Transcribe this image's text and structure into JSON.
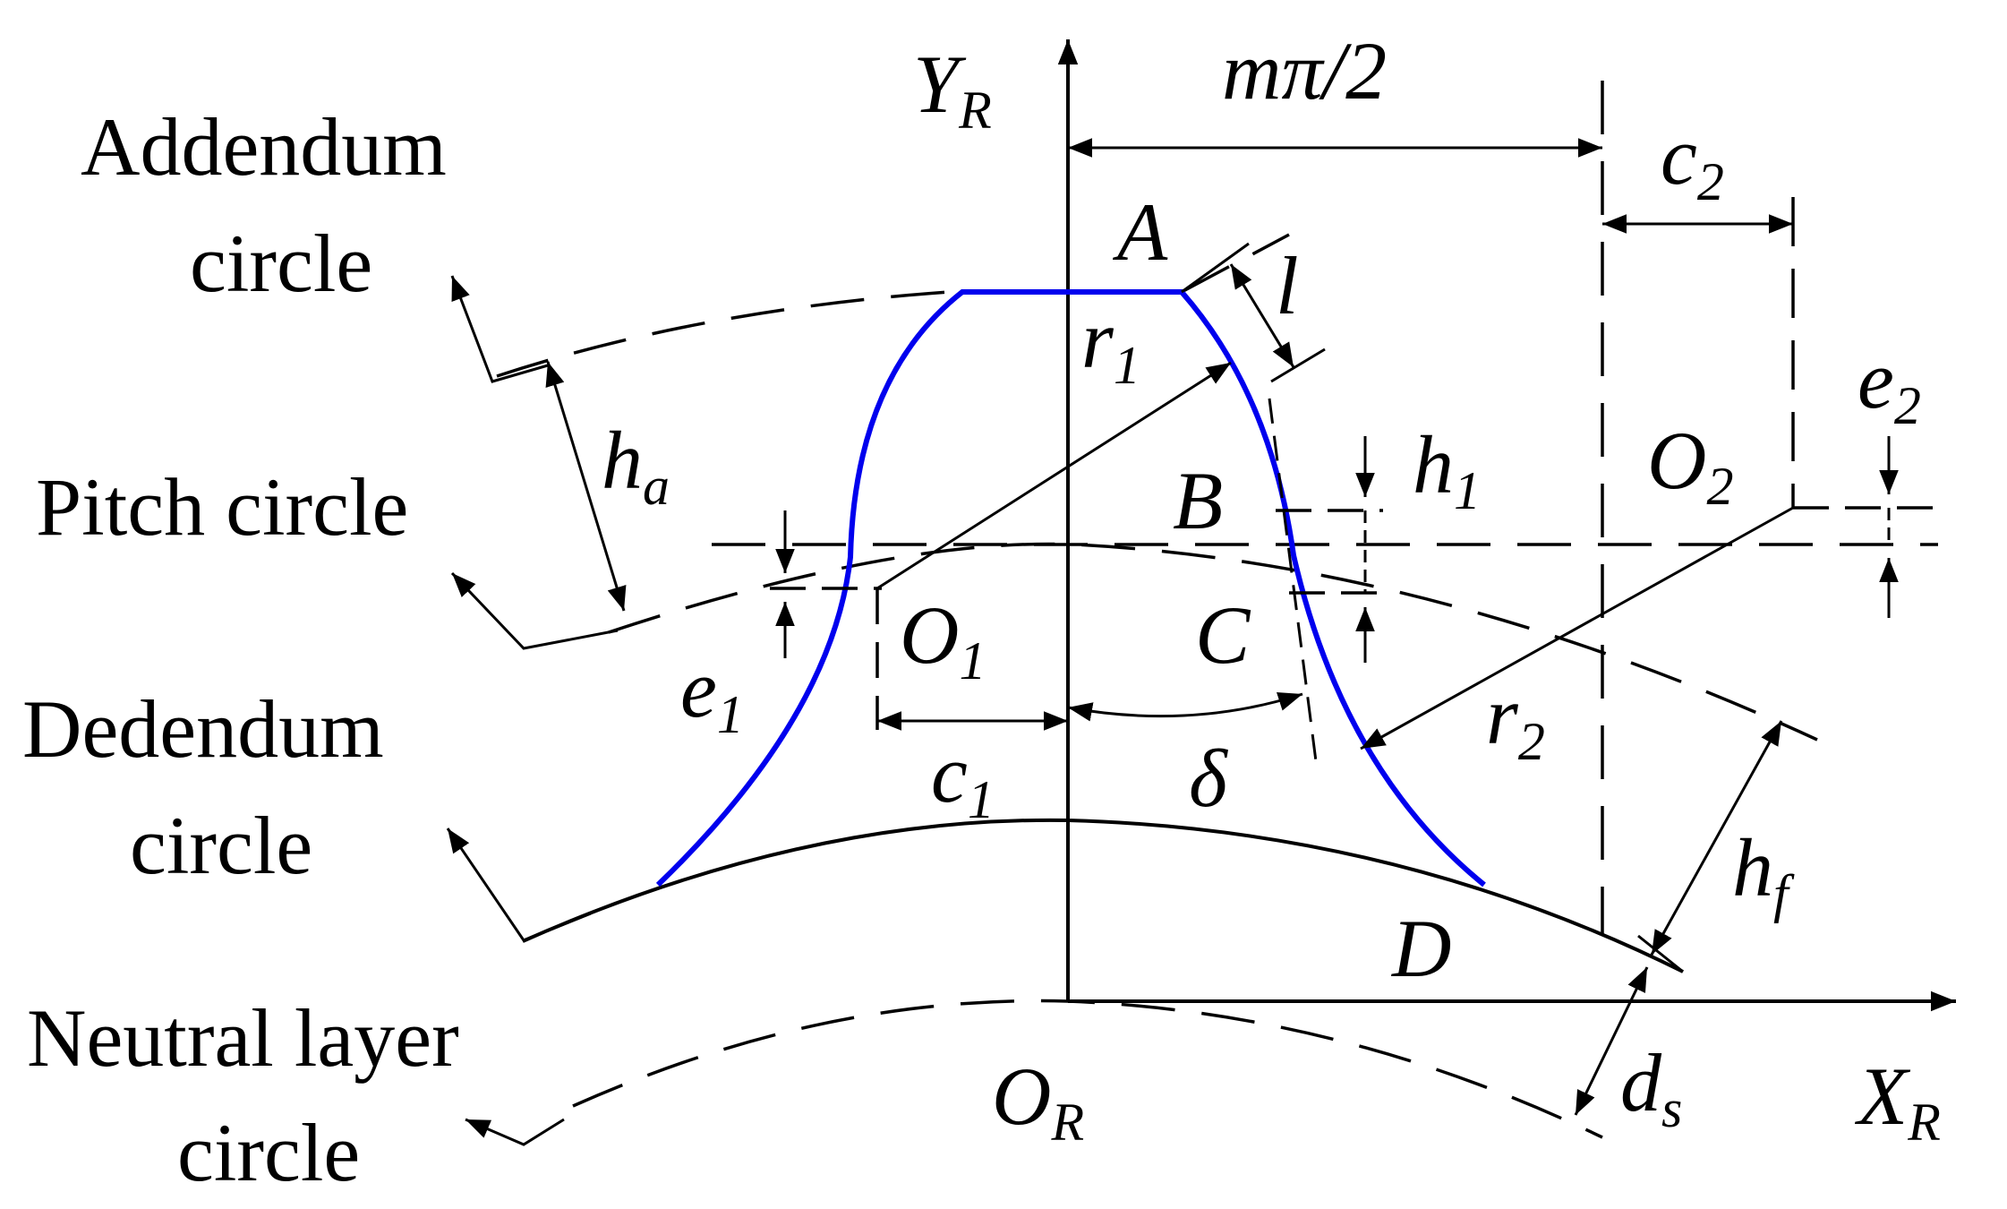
{
  "colors": {
    "profile": "#0000ee",
    "line": "#000000",
    "background": "#ffffff"
  },
  "labels": {
    "addendum1": "Addendum",
    "addendum2": "circle",
    "pitch": "Pitch circle",
    "dedendum1": "Dedendum",
    "dedendum2": "circle",
    "neutral1": "Neutral layer",
    "neutral2": "circle"
  },
  "symbols": {
    "yr_main": "Y",
    "yr_sub": "R",
    "xr_main": "X",
    "xr_sub": "R",
    "or_main": "O",
    "or_sub": "R",
    "mpi2": "mπ/2",
    "c2_main": "c",
    "c2_sub": "2",
    "A": "A",
    "l": "l",
    "r1_main": "r",
    "r1_sub": "1",
    "e2_main": "e",
    "e2_sub": "2",
    "ha_main": "h",
    "ha_sub": "a",
    "B": "B",
    "h1_main": "h",
    "h1_sub": "1",
    "o2_main": "O",
    "o2_sub": "2",
    "o1_main": "O",
    "o1_sub": "1",
    "C": "C",
    "e1_main": "e",
    "e1_sub": "1",
    "c1_main": "c",
    "c1_sub": "1",
    "delta": "δ",
    "r2_main": "r",
    "r2_sub": "2",
    "hf_main": "h",
    "hf_sub": "f",
    "D": "D",
    "ds_main": "d",
    "ds_sub": "s"
  }
}
